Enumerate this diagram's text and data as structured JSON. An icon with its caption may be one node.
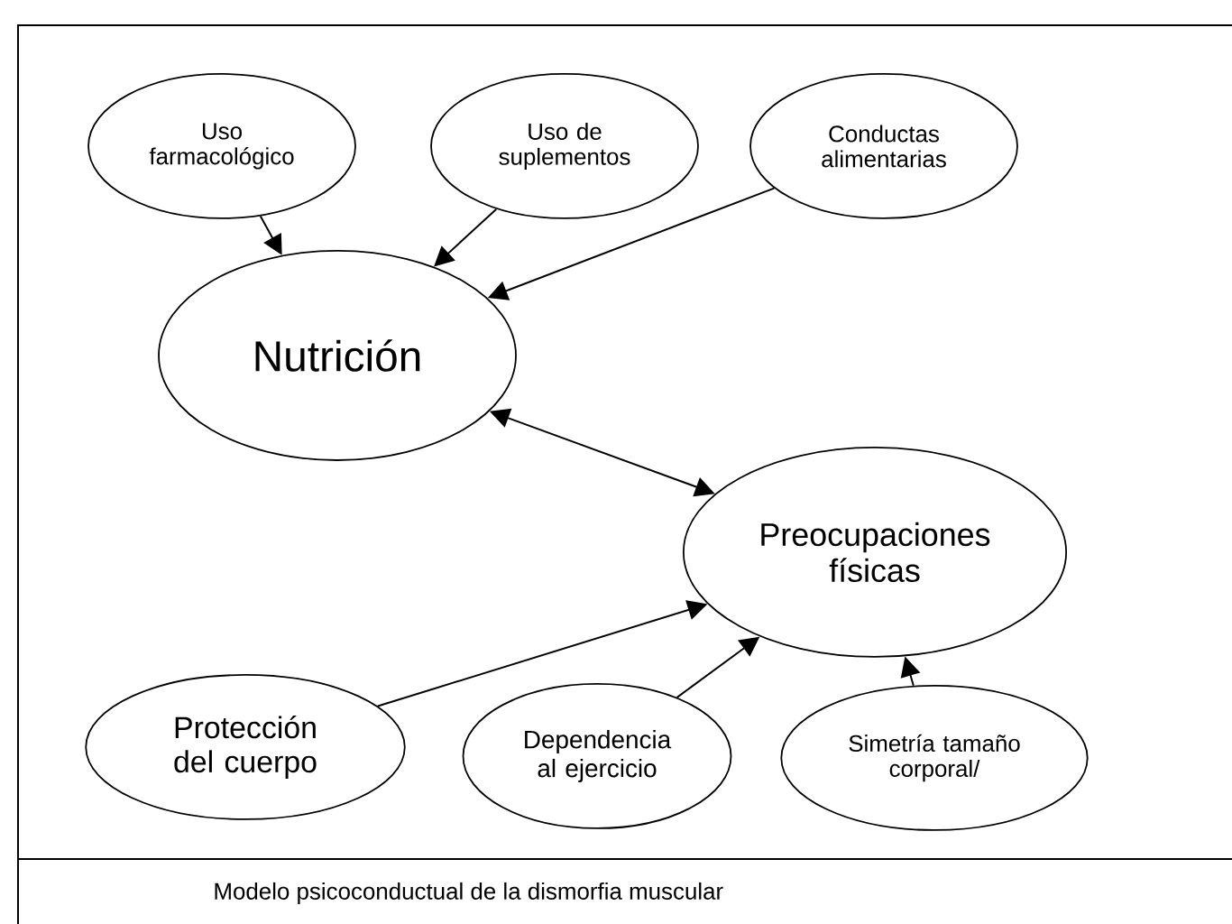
{
  "diagram": {
    "caption": "Modelo psicoconductual de la dismorfia muscular",
    "nodes": [
      {
        "text": [
          "Uso farmacológico"
        ]
      },
      {
        "text": [
          "Uso de suplementos"
        ]
      },
      {
        "text": [
          "Conductas alimentarias"
        ]
      },
      {
        "text": [
          "Nutrición"
        ]
      },
      {
        "text": [
          "Preocupaciones físicas"
        ]
      },
      {
        "text": [
          "Protección del cuerpo"
        ]
      },
      {
        "text": [
          "Dependencia al ejercicio"
        ]
      },
      {
        "text": [
          "Simetría tamaño corporal/"
        ]
      }
    ],
    "edges": [
      {
        "from": 0,
        "to": 3,
        "arrow": "to"
      },
      {
        "from": 1,
        "to": 3,
        "arrow": "to"
      },
      {
        "from": 2,
        "to": 3,
        "arrow": "to"
      },
      {
        "from": 3,
        "to": 4,
        "arrow": "both"
      },
      {
        "from": 5,
        "to": 4,
        "arrow": "to"
      },
      {
        "from": 6,
        "to": 4,
        "arrow": "to"
      },
      {
        "from": 7,
        "to": 4,
        "arrow": "to"
      }
    ]
  }
}
